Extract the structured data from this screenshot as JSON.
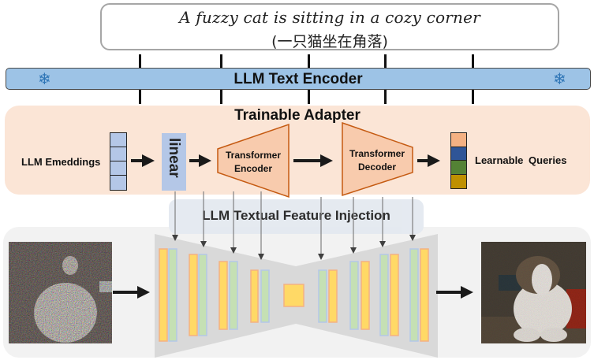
{
  "prompt": {
    "english": "A fuzzy cat is sitting in a cozy corner",
    "chinese": "(一只猫坐在角落)"
  },
  "text_encoder": {
    "label": "LLM Text Encoder",
    "left_icon": "snowflake-icon",
    "right_icon": "snowflake-icon",
    "frozen": true,
    "color": "#9dc3e6"
  },
  "adapter": {
    "title": "Trainable Adapter",
    "embeddings_label": "LLM Emeddings",
    "embedding_cells": 4,
    "linear_label": "linear",
    "encoder_label_line1": "Transformer",
    "encoder_label_line2": "Encoder",
    "decoder_label_line1": "Transformer",
    "decoder_label_line2": "Decoder",
    "queries_label": "Learnable  Queries",
    "query_colors": [
      "#f4b183",
      "#2f5597",
      "#548235",
      "#bf9000"
    ],
    "background": "#fbe5d6"
  },
  "injection": {
    "label": "LLM Textual Feature Injection",
    "arrow_count": 8
  },
  "unet": {
    "down_blocks": 4,
    "up_blocks": 4,
    "input_image": "noisy-image",
    "output_image": "denoised-cat-image",
    "colors": {
      "yellow": "#ffd966",
      "yellow_border": "#f4b183",
      "green": "#c5e0b4",
      "green_border": "#b4c7e7",
      "body": "#d9d9d9"
    }
  },
  "symbols": {
    "snowflake": "❄"
  }
}
